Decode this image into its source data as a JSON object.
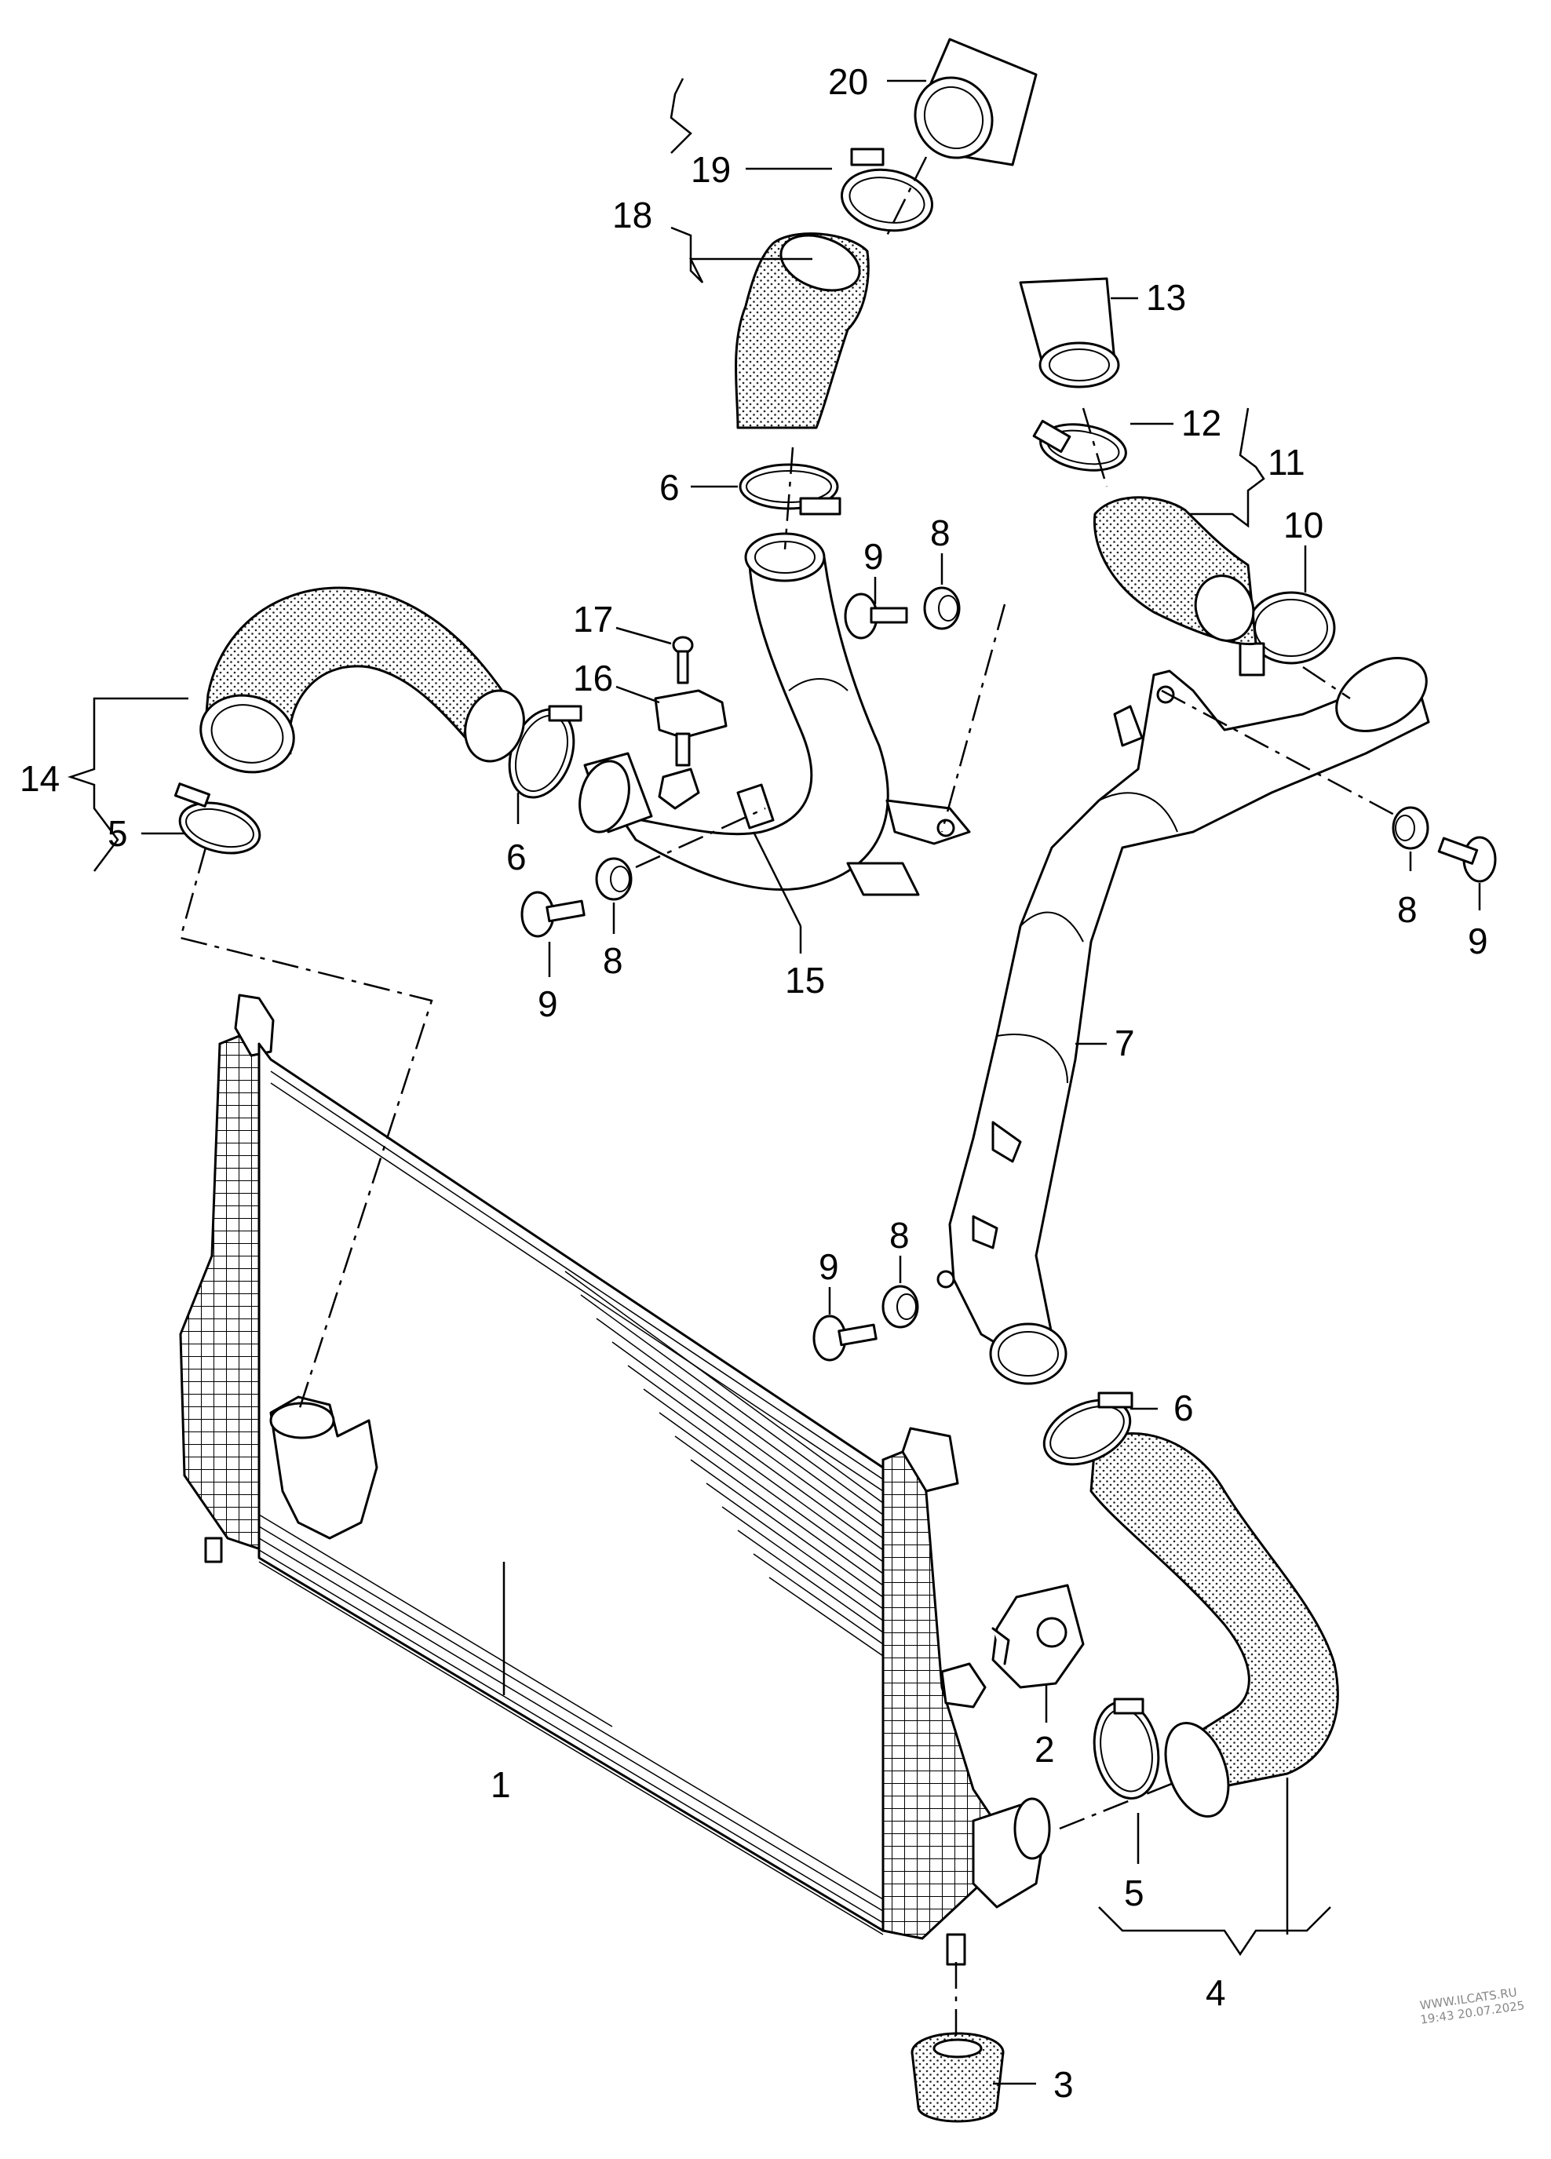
{
  "diagram": {
    "callouts": [
      {
        "id": "c1",
        "label": "1"
      },
      {
        "id": "c2",
        "label": "2"
      },
      {
        "id": "c3",
        "label": "3"
      },
      {
        "id": "c4",
        "label": "4"
      },
      {
        "id": "c5a",
        "label": "5"
      },
      {
        "id": "c5b",
        "label": "5"
      },
      {
        "id": "c6a",
        "label": "6"
      },
      {
        "id": "c6b",
        "label": "6"
      },
      {
        "id": "c6c",
        "label": "6"
      },
      {
        "id": "c7",
        "label": "7"
      },
      {
        "id": "c8a",
        "label": "8"
      },
      {
        "id": "c8b",
        "label": "8"
      },
      {
        "id": "c8c",
        "label": "8"
      },
      {
        "id": "c8d",
        "label": "8"
      },
      {
        "id": "c9a",
        "label": "9"
      },
      {
        "id": "c9b",
        "label": "9"
      },
      {
        "id": "c9c",
        "label": "9"
      },
      {
        "id": "c9d",
        "label": "9"
      },
      {
        "id": "c10",
        "label": "10"
      },
      {
        "id": "c11",
        "label": "11"
      },
      {
        "id": "c12",
        "label": "12"
      },
      {
        "id": "c13",
        "label": "13"
      },
      {
        "id": "c14",
        "label": "14"
      },
      {
        "id": "c15",
        "label": "15"
      },
      {
        "id": "c16",
        "label": "16"
      },
      {
        "id": "c17",
        "label": "17"
      },
      {
        "id": "c18",
        "label": "18"
      },
      {
        "id": "c19",
        "label": "19"
      },
      {
        "id": "c20",
        "label": "20"
      }
    ],
    "watermark": [
      "WWW.ILCATS.RU",
      "19:43 20.07.2025"
    ]
  }
}
